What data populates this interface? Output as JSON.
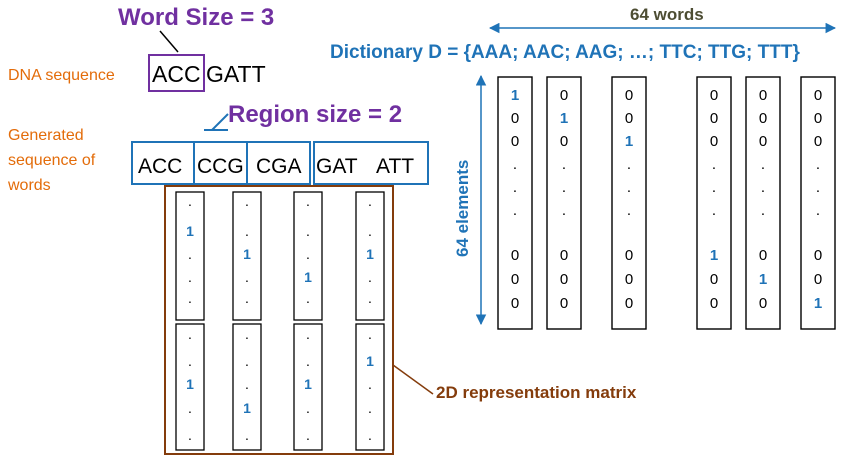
{
  "labels": {
    "word_size": "Word  Size = 3",
    "dna_sequence_label": "DNA sequence",
    "dna_sequence_prefix": "ACC",
    "dna_sequence_rest": "GATT",
    "region_size": "Region size = 2",
    "generated_line1": "Generated",
    "generated_line2": "sequence of",
    "generated_line3": "words",
    "words_count": "64 words",
    "dictionary": "Dictionary D = {AAA; AAC; AAG; …; TTC; TTG; TTT}",
    "elements_count": "64 elements",
    "matrix_label": "2D representation matrix"
  },
  "words": [
    "ACC",
    "CCG",
    "CGA",
    "GAT",
    "ATT"
  ],
  "dictionary_columns": [
    [
      "1",
      "0",
      "0",
      ".",
      ".",
      ".",
      "0",
      "0",
      "0"
    ],
    [
      "0",
      "1",
      "0",
      ".",
      ".",
      ".",
      "0",
      "0",
      "0"
    ],
    [
      "0",
      "0",
      "1",
      ".",
      ".",
      ".",
      "0",
      "0",
      "0"
    ],
    [
      "0",
      "0",
      "0",
      ".",
      ".",
      ".",
      "1",
      "0",
      "0"
    ],
    [
      "0",
      "0",
      "0",
      ".",
      ".",
      ".",
      "0",
      "1",
      "0"
    ],
    [
      "0",
      "0",
      "0",
      ".",
      ".",
      ".",
      "0",
      "0",
      "1"
    ]
  ],
  "matrix_columns": [
    {
      "top": [
        ".",
        "1",
        ".",
        ".",
        "."
      ],
      "bottom": [
        ".",
        ".",
        "1",
        ".",
        "."
      ]
    },
    {
      "top": [
        ".",
        ".",
        "1",
        ".",
        "."
      ],
      "bottom": [
        ".",
        ".",
        ".",
        "1",
        "."
      ]
    },
    {
      "top": [
        ".",
        ".",
        ".",
        "1",
        "."
      ],
      "bottom": [
        ".",
        ".",
        "1",
        ".",
        "."
      ]
    },
    {
      "top": [
        ".",
        ".",
        "1",
        ".",
        "."
      ],
      "bottom": [
        ".",
        "1",
        ".",
        ".",
        "."
      ]
    }
  ],
  "colors": {
    "purple": "#7030a0",
    "orange": "#e36c0a",
    "blue": "#1f73b7",
    "brown": "#843c0c"
  }
}
